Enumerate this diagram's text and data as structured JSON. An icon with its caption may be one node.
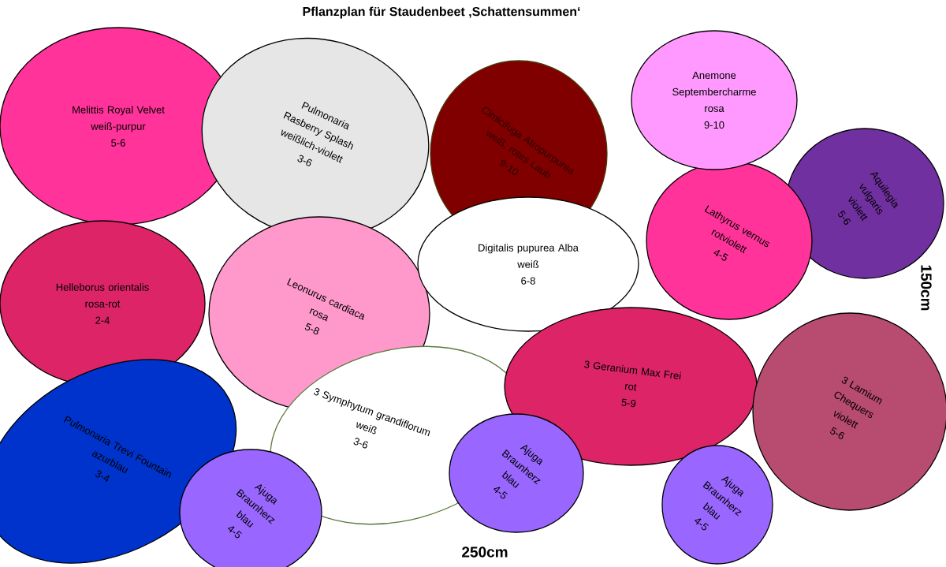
{
  "diagram": {
    "title": "Pflanzplan für Staudenbeet ‚Schattensummen‘",
    "nodes": [
      {
        "text": [
          "Melittis Royal Velvet",
          "weiß-purpur",
          "5-6"
        ]
      },
      {
        "text": [
          "Pulmonaria Rasberry Splash",
          "weißlich-violett",
          "3-6"
        ]
      },
      {
        "text": [
          "Cimicifuga Atropurpurea",
          "weiß, rotes Laub",
          "9-10"
        ]
      },
      {
        "text": [
          "Anemone Septembercharme",
          "rosa",
          "9-10"
        ]
      },
      {
        "text": [
          "Aquilegia vulgaris",
          "violett",
          "5-6"
        ]
      },
      {
        "text": [
          "Lathyrus vernus",
          "rotviolett",
          "4-5"
        ]
      },
      {
        "text": [
          "Helleborus orientalis",
          "rosa-rot",
          "2-4"
        ]
      },
      {
        "text": [
          "Leonurus cardiaca",
          "rosa",
          "5-8"
        ]
      },
      {
        "text": [
          "Digitalis pupurea Alba",
          "weiß",
          "6-8"
        ]
      },
      {
        "text": [
          "3 Symphytum grandiflorum",
          "weiß",
          "3-6"
        ]
      },
      {
        "text": [
          "3 Geranium Max Frei",
          "rot",
          "5-9"
        ]
      },
      {
        "text": [
          "3 Lamium Chequers",
          "violett",
          "5-6"
        ]
      },
      {
        "text": [
          "Pulmonaria Trevi Fountain",
          "azurblau",
          "3-4"
        ]
      },
      {
        "text": [
          "Ajuga Braunherz",
          "blau",
          "4-5"
        ]
      },
      {
        "text": [
          "Ajuga Braunherz",
          "blau",
          "4-5"
        ]
      },
      {
        "text": [
          "Ajuga Braunherz",
          "blau",
          "4-5"
        ]
      }
    ],
    "labels": [
      "150cm",
      "250cm"
    ]
  }
}
